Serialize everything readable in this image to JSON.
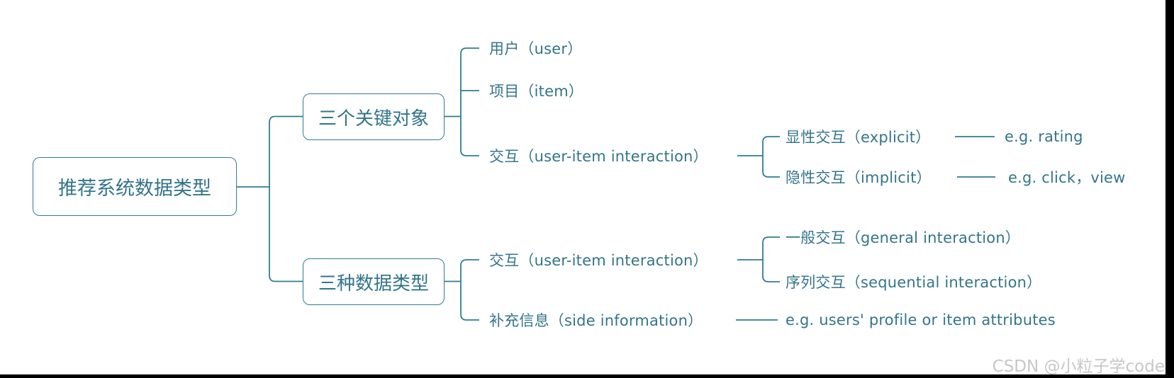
{
  "colors": {
    "accent": "#2f7d90",
    "text": "#33758a",
    "watermark": "#c7c7c7",
    "frame": "#000000",
    "background": "#ffffff"
  },
  "watermark": {
    "text": "CSDN @小粒子学code"
  },
  "mindmap": {
    "root": {
      "label": "推荐系统数据类型"
    },
    "branches": [
      {
        "label": "三个关键对象",
        "children": [
          {
            "label": "用户（user）"
          },
          {
            "label": "项目（item）"
          },
          {
            "label": "交互（user-item interaction）",
            "children": [
              {
                "label": "显性交互（explicit）",
                "note": "e.g. rating"
              },
              {
                "label": "隐性交互（implicit）",
                "note": "e.g. click，view"
              }
            ]
          }
        ]
      },
      {
        "label": "三种数据类型",
        "children": [
          {
            "label": "交互（user-item interaction）",
            "children": [
              {
                "label": "一般交互（general interaction）"
              },
              {
                "label": "序列交互（sequential interaction）"
              }
            ]
          },
          {
            "label": "补充信息（side information）",
            "note": "e.g. users' profile or item attributes"
          }
        ]
      }
    ]
  }
}
